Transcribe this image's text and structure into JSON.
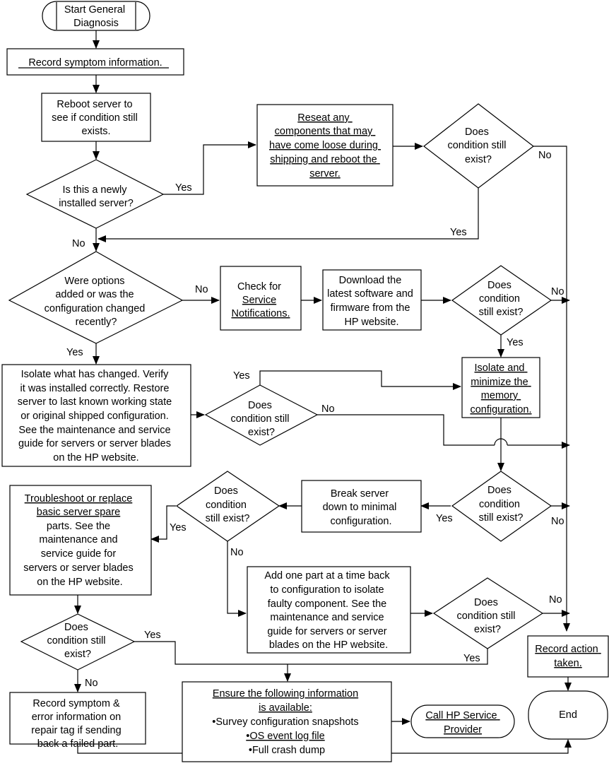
{
  "nodes": {
    "start": {
      "lines": [
        "Start General",
        "Diagnosis"
      ]
    },
    "record_symptom": {
      "lines": [
        "Record symptom information."
      ]
    },
    "reboot": {
      "lines": [
        "Reboot server to",
        "see if condition still",
        "exists."
      ]
    },
    "newly_installed": {
      "lines": [
        "Is this a newly",
        "installed server?"
      ]
    },
    "reseat": {
      "lines": [
        "Reseat any",
        "components that may",
        "have come loose during",
        "shipping and reboot the",
        "server."
      ]
    },
    "does1": {
      "lines": [
        "Does",
        "condition still",
        "exist?"
      ]
    },
    "options_added": {
      "lines": [
        "Were options",
        "added or was the",
        "configuration changed",
        "recently?"
      ]
    },
    "check_notifications": {
      "lines": [
        "Check for",
        "Service",
        "Notifications."
      ]
    },
    "download": {
      "lines": [
        "Download the",
        "latest software and",
        "firmware from the",
        "HP website."
      ]
    },
    "does2": {
      "lines": [
        "Does",
        "condition",
        "still exist?"
      ]
    },
    "isolate_changed": {
      "lines": [
        "Isolate what has changed. Verify",
        "it was installed correctly. Restore",
        "server to last known working state",
        "or original shipped configuration.",
        "See the maintenance and service",
        "guide for servers or server blades",
        "on the HP website."
      ]
    },
    "does3": {
      "lines": [
        "Does",
        "condition still",
        "exist?"
      ]
    },
    "isolate_memory": {
      "lines": [
        "Isolate and",
        "minimize the",
        "memory",
        "configuration."
      ]
    },
    "troubleshoot": {
      "lines": [
        "Troubleshoot or replace",
        "basic server spare",
        "parts. See the",
        "maintenance and",
        "service guide for",
        "servers or server blades",
        "on the HP website."
      ]
    },
    "does4": {
      "lines": [
        "Does",
        "condition",
        "still exist?"
      ]
    },
    "break_down": {
      "lines": [
        "Break server",
        "down to minimal",
        "configuration."
      ]
    },
    "does5": {
      "lines": [
        "Does",
        "condition",
        "still exist?"
      ]
    },
    "add_part": {
      "lines": [
        "Add one part at a time back",
        "to configuration to isolate",
        "faulty component. See the",
        "maintenance and service",
        "guide for servers or server",
        "blades on the HP website."
      ]
    },
    "does6": {
      "lines": [
        "Does",
        "condition still",
        "exist?"
      ]
    },
    "does7": {
      "lines": [
        "Does",
        "condition still",
        "exist?"
      ]
    },
    "record_action": {
      "lines": [
        "Record action",
        "taken."
      ]
    },
    "ensure_info": {
      "lines": [
        "Ensure the following information",
        "is available:",
        "•Survey configuration snapshots",
        "•OS event log file",
        "•Full crash dump"
      ]
    },
    "call_hp": {
      "lines": [
        "Call HP Service",
        "Provider"
      ]
    },
    "end": {
      "lines": [
        "End"
      ]
    },
    "record_error": {
      "lines": [
        "Record symptom &",
        "error information on",
        "repair tag if sending",
        "back a failed part."
      ]
    }
  },
  "labels": {
    "yes": "Yes",
    "no": "No"
  }
}
